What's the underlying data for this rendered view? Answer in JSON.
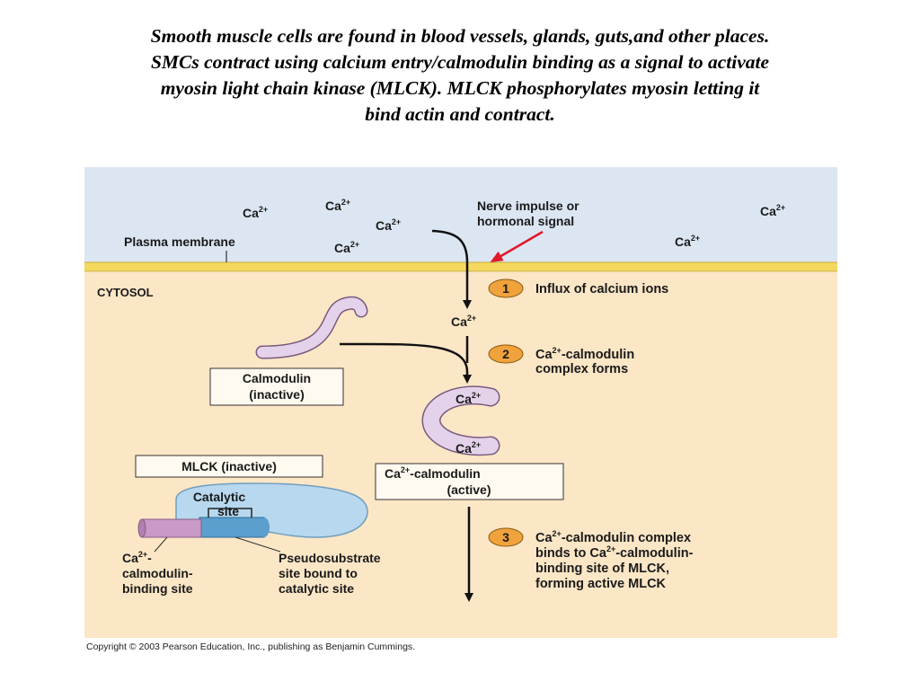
{
  "title_lines": [
    "Smooth muscle cells are found in blood vessels, glands, guts,and other places.",
    "SMCs contract using calcium entry/calmodulin binding as a signal to activate",
    "myosin light chain kinase (MLCK).  MLCK  phosphorylates myosin letting it",
    "bind actin and contract."
  ],
  "colors": {
    "extracellular": "#dce6f2",
    "membrane": "#f5d85e",
    "cytosol": "#fbe6c6",
    "step_badge": "#f0a23c",
    "calmodulin": "#e4d2ea",
    "mlck": "#b7d8ee",
    "pseudosubstrate": "#5b9fcf",
    "binding_site": "#c99ac8",
    "signal_arrow": "#e0182b"
  },
  "labels": {
    "ca_base": "Ca",
    "ca_sup": "2+",
    "plasma_membrane": "Plasma membrane",
    "signal_line1": "Nerve impulse or",
    "signal_line2": "hormonal signal",
    "cytosol": "CYTOSOL",
    "calmodulin_inactive_line1": "Calmodulin",
    "calmodulin_inactive_line2": "(inactive)",
    "ca_calmodulin_active_suffix": "-calmodulin",
    "ca_calmodulin_active_line2": "(active)",
    "mlck_inactive": "MLCK (inactive)",
    "catalytic_line1": "Catalytic",
    "catalytic_line2": "site",
    "binding_site_line1_suffix": "-",
    "binding_site_line2": "calmodulin-",
    "binding_site_line3": "binding site",
    "pseudo_line1": "Pseudosubstrate",
    "pseudo_line2": "site bound to",
    "pseudo_line3": "catalytic site"
  },
  "steps": [
    {
      "number": "1",
      "line1": "Influx of calcium ions"
    },
    {
      "number": "2",
      "line1_suffix": "-calmodulin",
      "line2": "complex forms"
    },
    {
      "number": "3",
      "line1_suffix": "-calmodulin complex",
      "line2_prefix": "binds to Ca",
      "line2_suffix": "-calmodulin-",
      "line3": "binding site of MLCK,",
      "line4": "forming active MLCK"
    }
  ],
  "copyright": "Copyright © 2003 Pearson Education, Inc., publishing as Benjamin Cummings."
}
